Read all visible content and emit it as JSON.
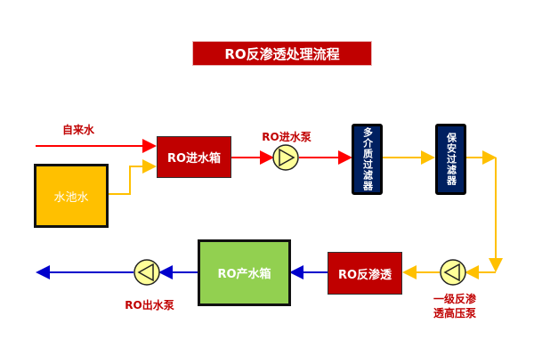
{
  "title": "RO反渗透处理流程",
  "colors": {
    "tap_line": "#ff0000",
    "pool_line": "#ffc000",
    "product_line": "#0000cc",
    "pump_fill": "#ffff99"
  },
  "nodes": {
    "tap_water": "自来水",
    "pool_water": "水池水",
    "ro_feed_tank": "RO进水箱",
    "ro_feed_pump": "RO进水泵",
    "multimedia_filter": "多介质过滤器",
    "security_filter": "保安过滤器",
    "hp_pump": "一级反渗透高压泵",
    "hp_pump_line1": "一级反渗",
    "hp_pump_line2": "透高压泵",
    "ro_unit": "RO反渗透",
    "ro_product_tank": "RO产水箱",
    "ro_outlet_pump": "RO出水泵"
  }
}
